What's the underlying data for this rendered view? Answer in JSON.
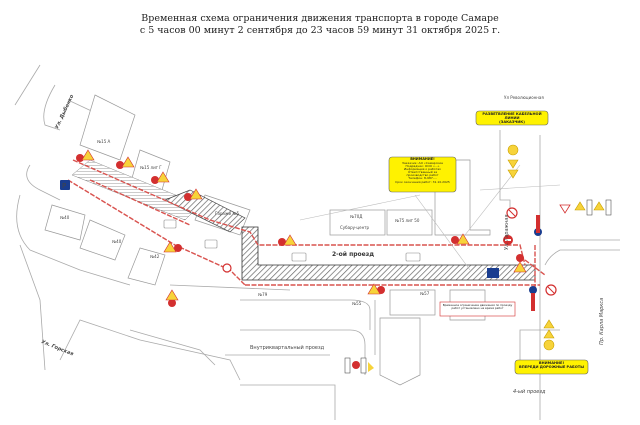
{
  "title": {
    "line1": "Временная схема ограничения движения транспорта в городе Самаре",
    "line2": "с 5 часов 00 минут 2 сентября до 23 часов 59 минут 31 октября 2025 г."
  },
  "streets": {
    "dybenko": "Ул. Дыбенко",
    "sadovaya": "Ул. Гаражная",
    "revolution": "Ул Революционная",
    "karla_marksa": "Пр. Карла Маркса",
    "gorskaya": "Ул. Горская",
    "vnutrikvartalny": "Внутриквартальный проезд",
    "third_proezd": "4-ый проезд",
    "second_proezd": "2-ой проезд"
  },
  "buildings": {
    "b1": "№15 А",
    "b2": "№15 лит Г",
    "b3": "Гаражи №5",
    "b4": "№70Д",
    "b4_sub": "Субару-центр",
    "b5": "№75 лит 50",
    "b6": "№40",
    "b7": "№40",
    "b8": "№42",
    "b9": "№55",
    "b10": "№57",
    "b11": "№79"
  },
  "notices": {
    "yellow_top": {
      "heading": "ВНИМАНИЕ!",
      "lines": [
        "Заказчик: АО «Самарские",
        "Подрядчик: ООО «...»",
        "Информация о работах",
        "Ответственный за",
        "производство работ",
        "Телефон: 8-987-...",
        "Срок окончания работ: 31.10.2025"
      ]
    },
    "yellow_top_right": "РАЗВЕТВЛЕНИЕ КАБЕЛЬНОЙ ЛИНИИ",
    "yellow_top_right_sub": "(ЗАКАЗЧИК)",
    "yellow_bottom_heading": "ВНИМАНИЕ!",
    "yellow_bottom_text": "ВПЕРЕДИ ДОРОЖНЫЕ РАБОТЫ",
    "red_notice": "Временное ограничение движения по проезду работ установлено на время работ"
  },
  "colors": {
    "fence": "#d9534f",
    "sign_red": "#d32f2f",
    "sign_yellow": "#f7d33a",
    "notice_yellow": "#fff200",
    "parking_blue": "#1a3d8f",
    "hatch": "#555555"
  }
}
